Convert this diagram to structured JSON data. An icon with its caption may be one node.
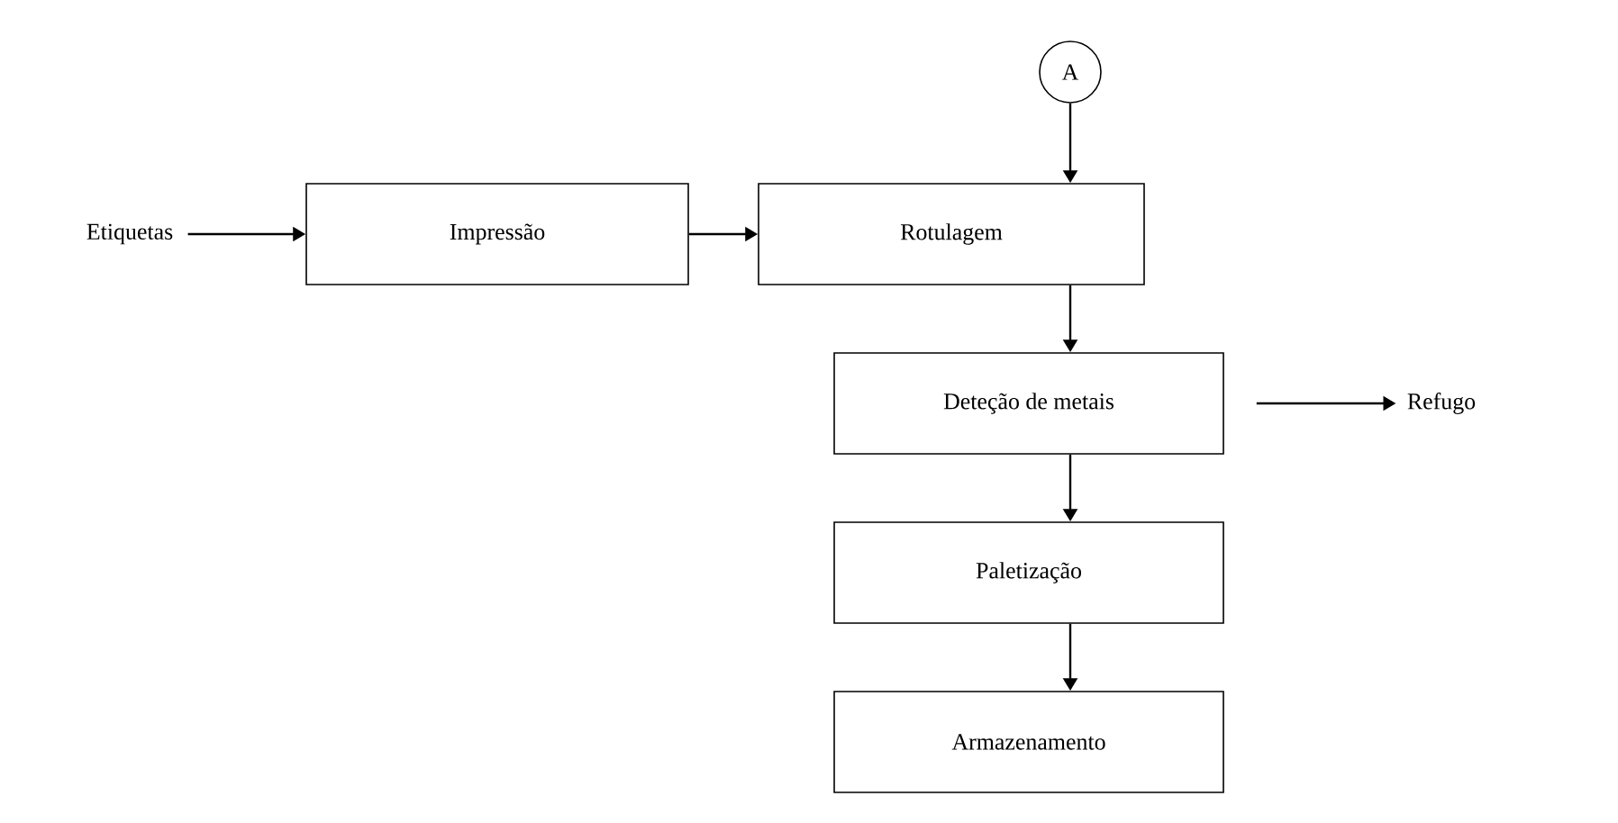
{
  "diagram": {
    "nodes": [
      {
        "text": [
          "A"
        ]
      },
      {
        "text": [
          "Etiquetas"
        ]
      },
      {
        "text": [
          "Impressão"
        ]
      },
      {
        "text": [
          "Rotulagem"
        ]
      },
      {
        "text": [
          "Deteção de metais"
        ]
      },
      {
        "text": [
          "Refugo"
        ]
      },
      {
        "text": [
          "Paletização"
        ]
      },
      {
        "text": [
          "Armazenamento"
        ]
      }
    ],
    "edges": [
      {
        "from": 1,
        "to": 2,
        "arrow": "to"
      },
      {
        "from": 2,
        "to": 3,
        "arrow": "to"
      },
      {
        "from": 0,
        "to": 3,
        "arrow": "to"
      },
      {
        "from": 3,
        "to": 4,
        "arrow": "to"
      },
      {
        "from": 4,
        "to": 5,
        "arrow": "to"
      },
      {
        "from": 4,
        "to": 6,
        "arrow": "to"
      },
      {
        "from": 6,
        "to": 7,
        "arrow": "to"
      }
    ]
  }
}
